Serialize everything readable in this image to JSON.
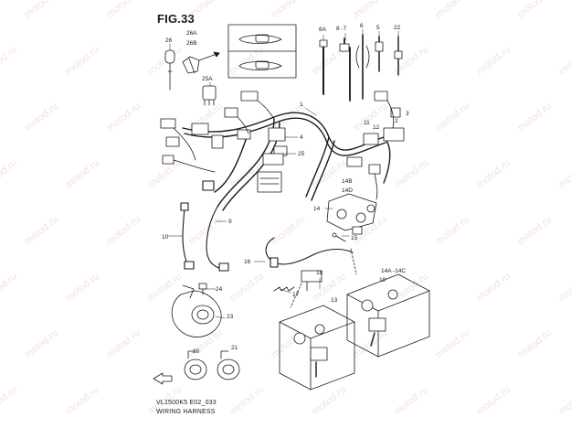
{
  "figure": {
    "title": "FIG.33",
    "code": "VL1500K5 E02_033",
    "caption": "WIRING HARNESS"
  },
  "watermark": {
    "text": "motod.ru"
  },
  "callouts": [
    {
      "id": "c26",
      "label": "26"
    },
    {
      "id": "c26A",
      "label": "26A"
    },
    {
      "id": "c26B",
      "label": "26B"
    },
    {
      "id": "c25A",
      "label": "25A"
    },
    {
      "id": "c8A",
      "label": "8A"
    },
    {
      "id": "c8-7",
      "label": "8 -7"
    },
    {
      "id": "c6",
      "label": "6"
    },
    {
      "id": "c5",
      "label": "5"
    },
    {
      "id": "c22",
      "label": "22"
    },
    {
      "id": "c1",
      "label": "1"
    },
    {
      "id": "c2",
      "label": "2"
    },
    {
      "id": "c3",
      "label": "3"
    },
    {
      "id": "c4",
      "label": "4"
    },
    {
      "id": "c11",
      "label": "11"
    },
    {
      "id": "c12",
      "label": "12"
    },
    {
      "id": "c25",
      "label": "25"
    },
    {
      "id": "c14B",
      "label": "14B"
    },
    {
      "id": "c14D",
      "label": "14D"
    },
    {
      "id": "c14",
      "label": "14"
    },
    {
      "id": "c15",
      "label": "15"
    },
    {
      "id": "c9",
      "label": "9"
    },
    {
      "id": "c10",
      "label": "10"
    },
    {
      "id": "c16",
      "label": "16"
    },
    {
      "id": "c17",
      "label": "17"
    },
    {
      "id": "c24",
      "label": "24"
    },
    {
      "id": "c23",
      "label": "23"
    },
    {
      "id": "c18",
      "label": "18"
    },
    {
      "id": "c14A-14C",
      "label": "14A -14C"
    },
    {
      "id": "c19",
      "label": "19"
    },
    {
      "id": "c13",
      "label": "13"
    },
    {
      "id": "c20",
      "label": "20"
    },
    {
      "id": "c21",
      "label": "21"
    }
  ],
  "colors": {
    "line": "#1a1a1a",
    "watermark": "#d98f8f",
    "background": "#ffffff"
  },
  "icons": [
    "front-direction-arrow-icon"
  ]
}
